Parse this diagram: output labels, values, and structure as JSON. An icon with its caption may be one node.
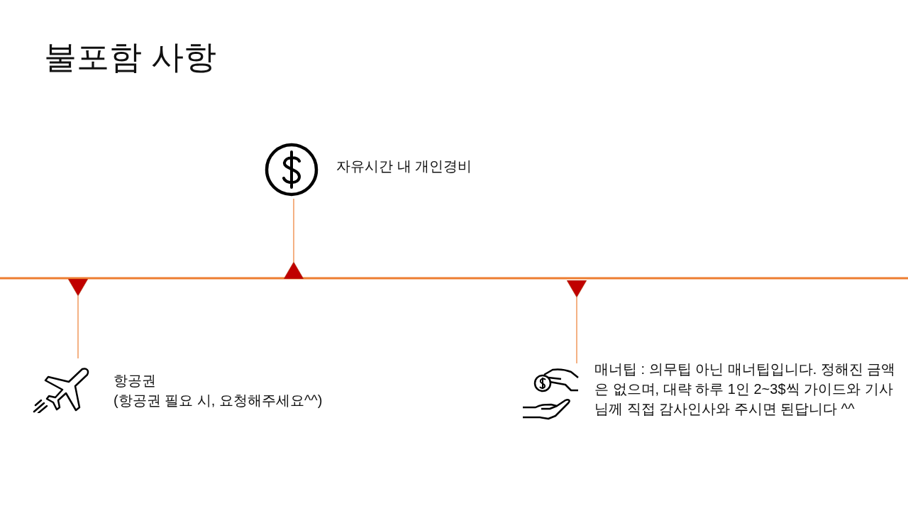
{
  "diagram": {
    "title": "불포함 사항",
    "nodes": [
      {
        "text": [
          "자유시간 내 개인경비"
        ]
      },
      {
        "text": [],
        "shape": "triangle"
      },
      {
        "text": [],
        "shape": "triangle"
      },
      {
        "text": [],
        "shape": "triangle"
      },
      {
        "text": [
          "항공권",
          "(항공권 필요 시, 요청해주세요^^)"
        ]
      },
      {
        "text": [
          "매너팁 : 의무팁 아닌 매너팁입니다. 정해진 금액은 없으며, 대략 하루 1인 2~3$씩 가이드와 기사님께 직접 감사인사와 주시면 된답니다 ^^"
        ]
      }
    ],
    "edges": [
      {
        "from": 2,
        "to": 0,
        "arrow": "none"
      },
      {
        "from": 1,
        "to": 4,
        "arrow": "none"
      },
      {
        "from": 3,
        "to": 5,
        "arrow": "none"
      }
    ]
  }
}
